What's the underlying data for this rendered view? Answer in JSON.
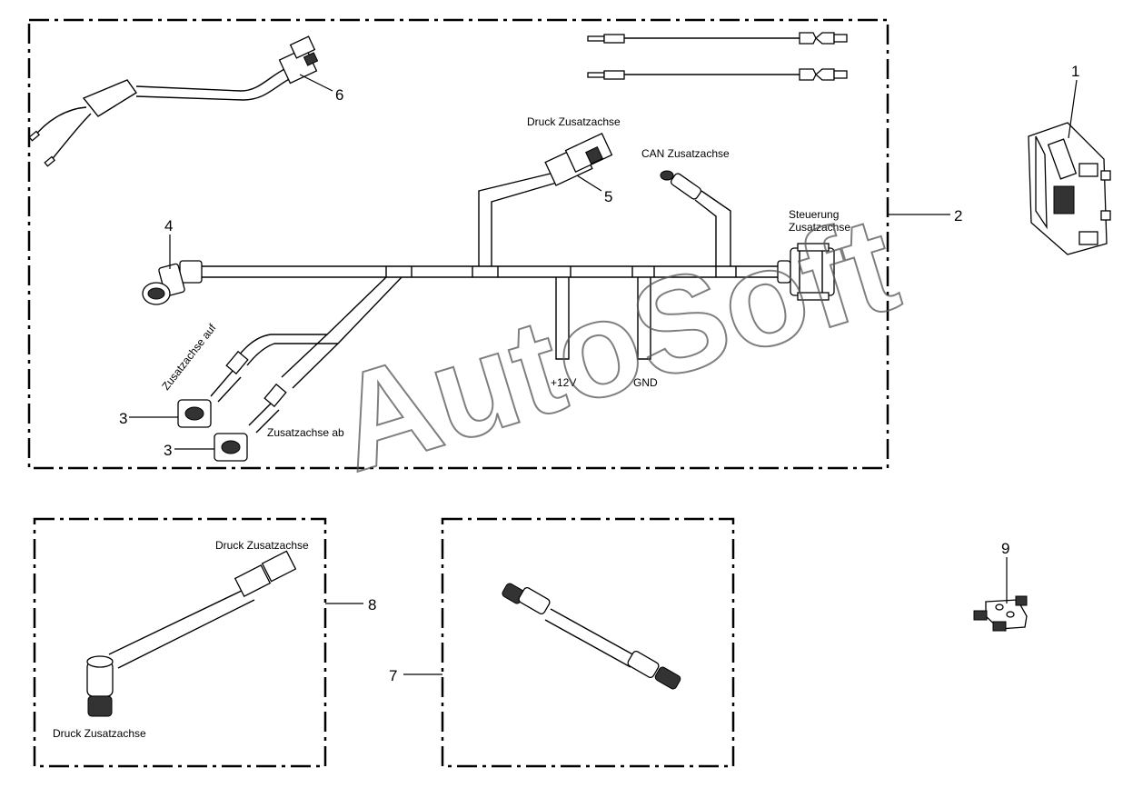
{
  "watermark": "AutoSoft",
  "labels": {
    "druck_top": "Druck Zusatzachse",
    "can": "CAN Zusatzachse",
    "steuerung_1": "Steuerung",
    "steuerung_2": "Zusatzachse",
    "auf": "Zusatzachse auf",
    "ab": "Zusatzachse ab",
    "plus12v": "+12V",
    "gnd": "GND",
    "druck_kit8_top": "Druck Zusatzachse",
    "druck_kit8_bottom": "Druck Zusatzachse"
  },
  "callouts": {
    "n1": "1",
    "n2": "2",
    "n3a": "3",
    "n3b": "3",
    "n4": "4",
    "n5": "5",
    "n6": "6",
    "n7": "7",
    "n8": "8",
    "n9": "9"
  }
}
